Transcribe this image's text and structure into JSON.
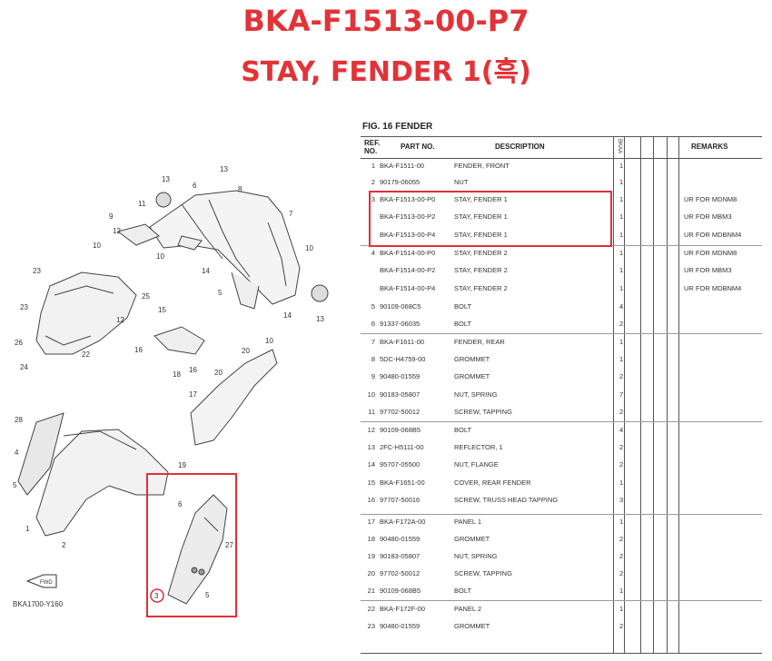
{
  "title": {
    "part_number": "BKA-F1513-00-P7",
    "part_name": "STAY, FENDER 1(흑)"
  },
  "figure": {
    "label": "FIG. 16  FENDER",
    "diagram_code": "BKA1700-Y160",
    "fwd_label": "FWD"
  },
  "callouts": [
    "13",
    "11",
    "9",
    "12",
    "10",
    "6",
    "8",
    "1",
    "7",
    "14",
    "10",
    "23",
    "22",
    "25",
    "12",
    "5",
    "15",
    "16",
    "18",
    "20",
    "17",
    "19",
    "26",
    "24",
    "28",
    "4",
    "2",
    "1",
    "3",
    "5",
    "6",
    "27",
    "13",
    "14",
    "16",
    "20",
    "10",
    "5",
    "18",
    "23"
  ],
  "table": {
    "headers": {
      "ref": "REF.\nNO.",
      "part": "PART NO.",
      "desc": "DESCRIPTION",
      "qty": "BKAA",
      "remarks": "REMARKS"
    },
    "rows": [
      {
        "ref": "1",
        "part": "BKA-F1511-00",
        "desc": "FENDER, FRONT",
        "qty": "1",
        "remarks": ""
      },
      {
        "ref": "2",
        "part": "90179-06055",
        "desc": "NUT",
        "qty": "1",
        "remarks": ""
      },
      {
        "ref": "3",
        "part": "BKA-F1513-00-P0",
        "desc": "STAY, FENDER 1",
        "qty": "1",
        "remarks": "UR FOR MDNM8"
      },
      {
        "ref": "",
        "part": "BKA-F1513-00-P2",
        "desc": "STAY, FENDER 1",
        "qty": "1",
        "remarks": "UR FOR MBM3"
      },
      {
        "ref": "",
        "part": "BKA-F1513-00-P4",
        "desc": "STAY, FENDER 1",
        "qty": "1",
        "remarks": "UR FOR MDBNM4"
      },
      {
        "ref": "4",
        "part": "BKA-F1514-00-P0",
        "desc": "STAY, FENDER 2",
        "qty": "1",
        "remarks": "UR FOR MDNM8"
      },
      {
        "ref": "",
        "part": "BKA-F1514-00-P2",
        "desc": "STAY, FENDER 2",
        "qty": "1",
        "remarks": "UR FOR MBM3"
      },
      {
        "ref": "",
        "part": "BKA-F1514-00-P4",
        "desc": "STAY, FENDER 2",
        "qty": "1",
        "remarks": "UR FOR MDBNM4"
      },
      {
        "ref": "5",
        "part": "90109-068C5",
        "desc": "BOLT",
        "qty": "4",
        "remarks": ""
      },
      {
        "ref": "6",
        "part": "91337-06035",
        "desc": "BOLT",
        "qty": "2",
        "remarks": ""
      },
      {
        "ref": "7",
        "part": "BKA-F1611-00",
        "desc": "FENDER, REAR",
        "qty": "1",
        "remarks": ""
      },
      {
        "ref": "8",
        "part": "5DC-H4759-00",
        "desc": "GROMMET",
        "qty": "1",
        "remarks": ""
      },
      {
        "ref": "9",
        "part": "90480-01559",
        "desc": "GROMMET",
        "qty": "2",
        "remarks": ""
      },
      {
        "ref": "10",
        "part": "90183-05807",
        "desc": "NUT, SPRING",
        "qty": "7",
        "remarks": ""
      },
      {
        "ref": "11",
        "part": "97702-50012",
        "desc": "SCREW, TAPPING",
        "qty": "2",
        "remarks": ""
      },
      {
        "ref": "12",
        "part": "90109-068B5",
        "desc": "BOLT",
        "qty": "4",
        "remarks": ""
      },
      {
        "ref": "13",
        "part": "2FC-H5111-00",
        "desc": "REFLECTOR, 1",
        "qty": "2",
        "remarks": ""
      },
      {
        "ref": "14",
        "part": "95707-05500",
        "desc": "NUT, FLANGE",
        "qty": "2",
        "remarks": ""
      },
      {
        "ref": "15",
        "part": "BKA-F1651-00",
        "desc": "COVER, REAR FENDER",
        "qty": "1",
        "remarks": ""
      },
      {
        "ref": "16",
        "part": "97707-50016",
        "desc": "SCREW, TRUSS HEAD TAPPING",
        "qty": "3",
        "remarks": ""
      },
      {
        "ref": "17",
        "part": "BKA-F172A-00",
        "desc": "PANEL 1",
        "qty": "1",
        "remarks": ""
      },
      {
        "ref": "18",
        "part": "90480-01559",
        "desc": "GROMMET",
        "qty": "2",
        "remarks": ""
      },
      {
        "ref": "19",
        "part": "90183-05807",
        "desc": "NUT, SPRING",
        "qty": "2",
        "remarks": ""
      },
      {
        "ref": "20",
        "part": "97702-50012",
        "desc": "SCREW, TAPPING",
        "qty": "2",
        "remarks": ""
      },
      {
        "ref": "21",
        "part": "90109-068B5",
        "desc": "BOLT",
        "qty": "1",
        "remarks": ""
      },
      {
        "ref": "22",
        "part": "BKA-F172F-00",
        "desc": "PANEL 2",
        "qty": "1",
        "remarks": ""
      },
      {
        "ref": "23",
        "part": "90480-01559",
        "desc": "GROMMET",
        "qty": "2",
        "remarks": ""
      }
    ]
  },
  "colors": {
    "title": "#e23338",
    "highlight": "#e0303a",
    "line": "#555555"
  }
}
